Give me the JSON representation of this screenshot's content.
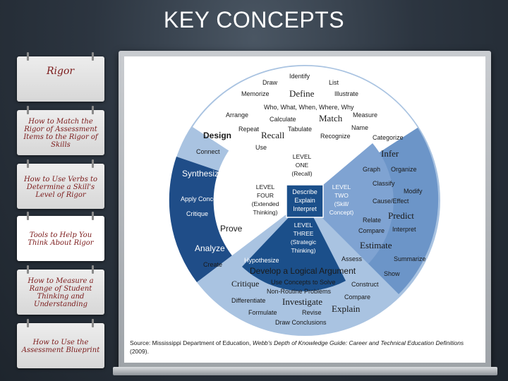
{
  "slide": {
    "title": "KEY CONCEPTS"
  },
  "nav": {
    "items": [
      {
        "label": "Rigor"
      },
      {
        "label": "How to Match the Rigor of Assessment Items to the Rigor of Skills"
      },
      {
        "label": "How to Use Verbs to Determine a Skill's Level of Rigor"
      },
      {
        "label": "Tools to Help You Think About Rigor"
      },
      {
        "label": "How to Measure a Range of Student Thinking and Understanding"
      },
      {
        "label": "How to Use the Assessment Blueprint"
      }
    ]
  },
  "diagram": {
    "colors": {
      "outer": "#a9c3e1",
      "level1": "#ffffff",
      "level2": "#6c95c8",
      "level3": "#1b4f8a",
      "level4": "#ffffff",
      "left_sector": "#1f4d88",
      "text_dark": "#1a1a1a"
    },
    "levels": {
      "one": [
        "LEVEL",
        "ONE",
        "(Recall)"
      ],
      "two": [
        "LEVEL",
        "TWO",
        "(Skill/",
        "Concept)"
      ],
      "three": [
        "LEVEL",
        "THREE",
        "(Strategic",
        "Thinking)"
      ],
      "four": [
        "LEVEL",
        "FOUR",
        "(Extended",
        "Thinking)"
      ]
    },
    "center": {
      "line1": "Describe",
      "line2": "Explain",
      "line3": "Interpret"
    },
    "top_words": {
      "identify": "Identify",
      "draw": "Draw",
      "list": "List",
      "memorize": "Memorize",
      "define": "Define",
      "illustrate": "Illustrate",
      "wh": "Who, What, When, Where, Why",
      "arrange": "Arrange",
      "calculate": "Calculate",
      "match": "Match",
      "measure": "Measure",
      "repeat": "Repeat",
      "tabulate": "Tabulate",
      "name": "Name",
      "recall": "Recall",
      "recognize": "Recognize",
      "use": "Use"
    },
    "left_words": {
      "design": "Design",
      "connect": "Connect",
      "synthesize": "Synthesize",
      "apply_concepts": "Apply Concepts",
      "critique": "Critique",
      "prove": "Prove",
      "analyze": "Analyze",
      "create": "Create"
    },
    "right_words": {
      "categorize": "Categorize",
      "infer": "Infer",
      "graph": "Graph",
      "organize": "Organize",
      "classify": "Classify",
      "modify": "Modify",
      "cause_effect": "Cause/Effect",
      "relate": "Relate",
      "predict": "Predict",
      "compare": "Compare",
      "interpret": "Interpret",
      "estimate": "Estimate",
      "summarize": "Summarize",
      "show": "Show"
    },
    "bottom_words": {
      "assess": "Assess",
      "hypothesize": "Hypothesize",
      "develop": "Develop a Logical Argument",
      "critique": "Critique",
      "use_concepts": "Use Concepts to Solve",
      "construct": "Construct",
      "non_routine": "Non-Routine Problems",
      "compare": "Compare",
      "differentiate": "Differentiate",
      "investigate": "Investigate",
      "formulate": "Formulate",
      "revise": "Revise",
      "explain": "Explain",
      "draw_conclusions": "Draw Conclusions"
    }
  },
  "source": {
    "prefix": "Source: Mississippi Department of Education, ",
    "title": "Webb's Depth of Knowledge Guide: Career and Technical Education Definitions",
    "suffix": " (2009)."
  }
}
